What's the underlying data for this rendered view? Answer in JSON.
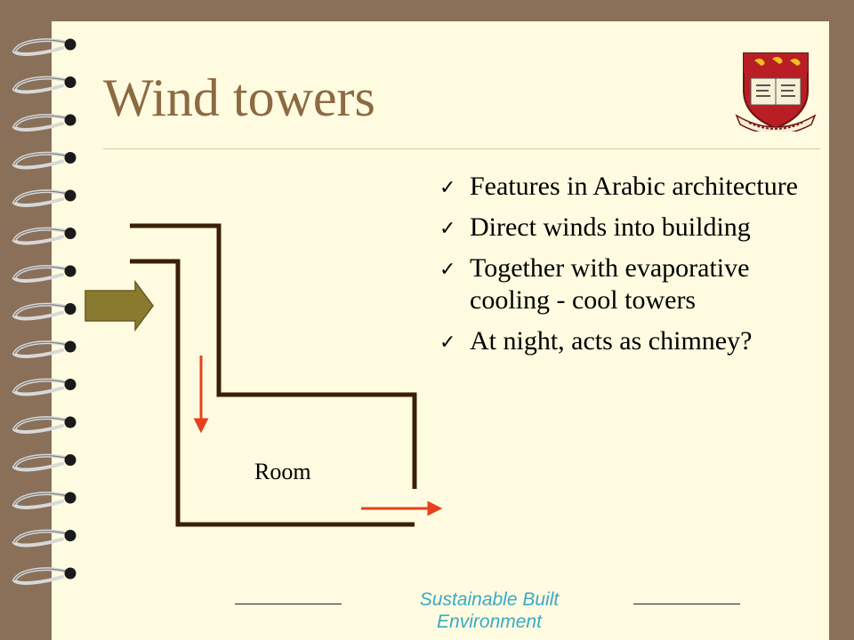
{
  "slide": {
    "title": "Wind towers",
    "bullets": [
      "Features in Arabic architecture",
      "Direct winds into building",
      "Together with evaporative cooling - cool towers",
      "At night, acts as chimney?"
    ],
    "diagram": {
      "room_label": "Room"
    },
    "footer": "Sustainable Built Environment"
  },
  "colors": {
    "background": "#8a7058",
    "page": "#fefbe0",
    "title": "#8c6a42",
    "wall": "#3a2008",
    "arrow_fill": "#8a7a30",
    "air_arrow": "#e8401c",
    "footer": "#3ba9c6"
  },
  "icons": {
    "bullet": "check-icon",
    "crest": "university-crest-icon",
    "binding": "spiral-ring-icon"
  }
}
